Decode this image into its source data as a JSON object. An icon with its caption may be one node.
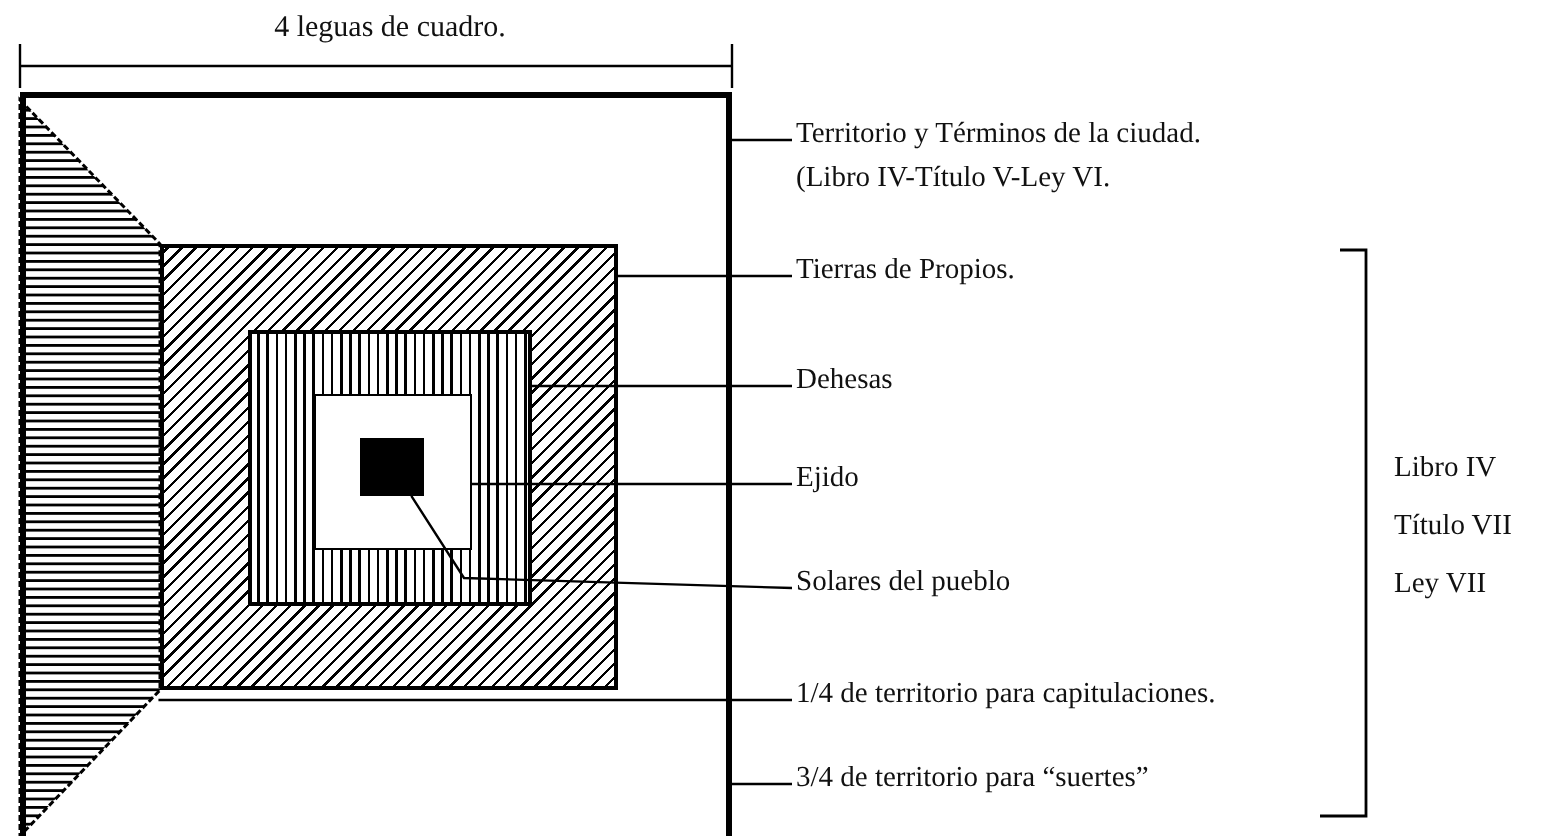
{
  "diagram": {
    "nodes": [
      {
        "text": [
          "Territorio y Términos de la ciudad. (Libro IV-Título V-Ley VI."
        ]
      },
      {
        "text": [
          "Tierras de Propios."
        ]
      },
      {
        "text": [
          "Dehesas"
        ]
      },
      {
        "text": [
          "Ejido"
        ]
      },
      {
        "text": [
          "Solares del pueblo"
        ]
      },
      {
        "text": [
          "1/4 de territorio para capitulaciones."
        ]
      },
      {
        "text": [
          "3/4 de territorio para “suertes”"
        ]
      },
      {
        "text": [],
        "shape": "box"
      },
      {
        "text": [],
        "shape": "box",
        "in": 7
      },
      {
        "text": [],
        "shape": "box",
        "in": 8
      },
      {
        "text": [],
        "shape": "box",
        "in": 9
      },
      {
        "text": [],
        "shape": "box",
        "in": 10
      },
      {
        "text": [],
        "shape": "trapezoid",
        "in": 7
      }
    ],
    "edges": [
      {
        "from": 0,
        "to": 7,
        "arrow": "none"
      },
      {
        "from": 1,
        "to": 8,
        "arrow": "none"
      },
      {
        "from": 2,
        "to": 9,
        "arrow": "none"
      },
      {
        "from": 3,
        "to": 10,
        "arrow": "none"
      },
      {
        "from": 4,
        "to": 11,
        "arrow": "none"
      },
      {
        "from": 5,
        "to": 12,
        "arrow": "none"
      },
      {
        "from": 6,
        "to": 7,
        "arrow": "none"
      }
    ],
    "labels": [
      "4 leguas de cuadro.",
      "Libro IV",
      "Título VII",
      "Ley VII"
    ]
  }
}
